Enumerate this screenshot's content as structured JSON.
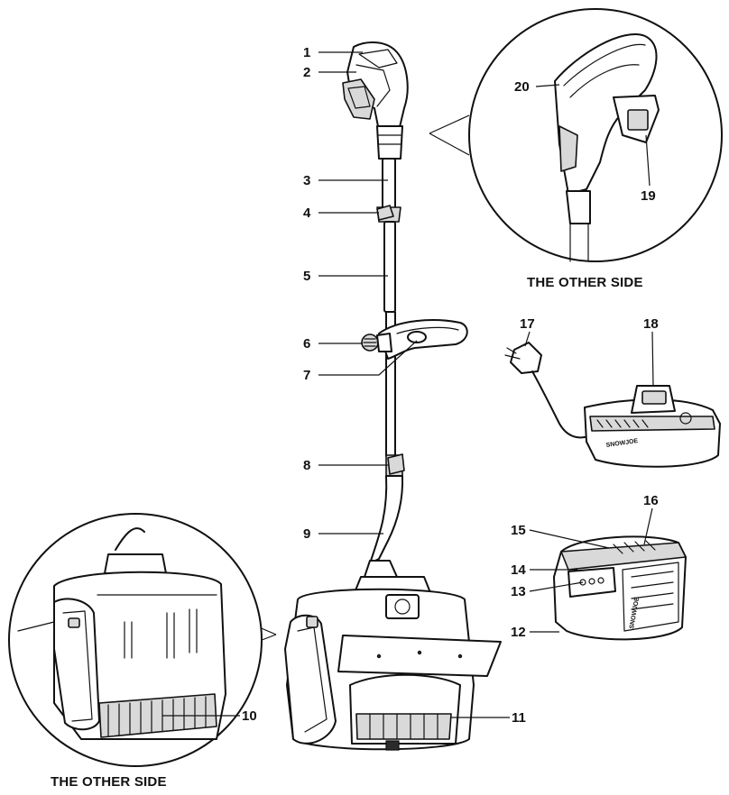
{
  "callouts": [
    "1",
    "2",
    "3",
    "4",
    "5",
    "6",
    "7",
    "8",
    "9",
    "10",
    "11",
    "12",
    "13",
    "14",
    "15",
    "16",
    "17",
    "18",
    "19",
    "20"
  ],
  "captions": {
    "other_side_top": "THE OTHER SIDE",
    "other_side_bottom": "THE OTHER SIDE"
  },
  "charger_brand": "SNOWJOE",
  "battery_brand": "SNOWJOE"
}
